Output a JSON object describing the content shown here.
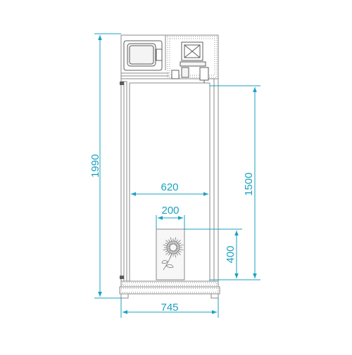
{
  "colors": {
    "dimension": "#1aa0c0",
    "outline": "#8a8a8a",
    "outline_dark": "#5c5c5c",
    "fill_light": "#f4f4f4",
    "sticker_fill": "#f7f7f7"
  },
  "dimensions": {
    "total_height": "1990",
    "interior_height": "1500",
    "interior_width": "620",
    "sticker_width": "200",
    "sticker_height": "400",
    "overall_width": "745"
  },
  "icons": {
    "sticker": "dandelion-flower-icon",
    "compressor": "compressor-unit-icon",
    "evaporator": "evaporator-box-icon"
  }
}
